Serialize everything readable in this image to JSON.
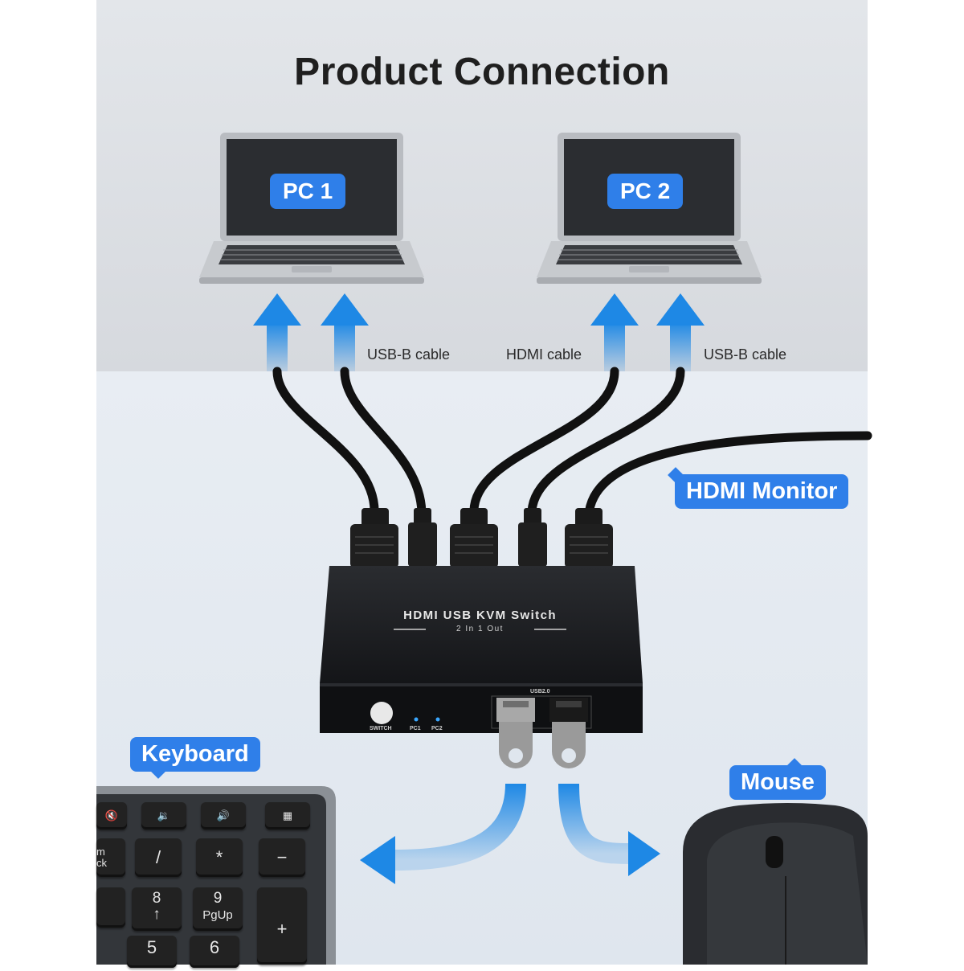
{
  "title": "Product Connection",
  "pc_labels": {
    "pc1": "PC 1",
    "pc2": "PC 2"
  },
  "cable_labels": {
    "left_usb": "USB-B cable",
    "hdmi": "HDMI cable",
    "right_usb": "USB-B cable"
  },
  "callouts": {
    "monitor": "HDMI Monitor",
    "keyboard": "Keyboard",
    "mouse": "Mouse"
  },
  "device": {
    "name": "HDMI USB KVM Switch",
    "subtitle": "2 In 1 Out",
    "switch_label": "SWITCH",
    "led_pc1": "PC1",
    "led_pc2": "PC2",
    "usb_label": "USB2.0"
  },
  "keyboard_keys": {
    "slash": "/",
    "star": "*",
    "minus": "−",
    "eight": "8",
    "nine": "9",
    "pgup": "PgUp",
    "plus": "+",
    "five": "5",
    "six": "6",
    "partial_left_top": "m",
    "partial_left_bot": "ck"
  },
  "colors": {
    "accent": "#2f7fe9",
    "arrow": "#1e88e5",
    "device": "#1a1a1a"
  }
}
